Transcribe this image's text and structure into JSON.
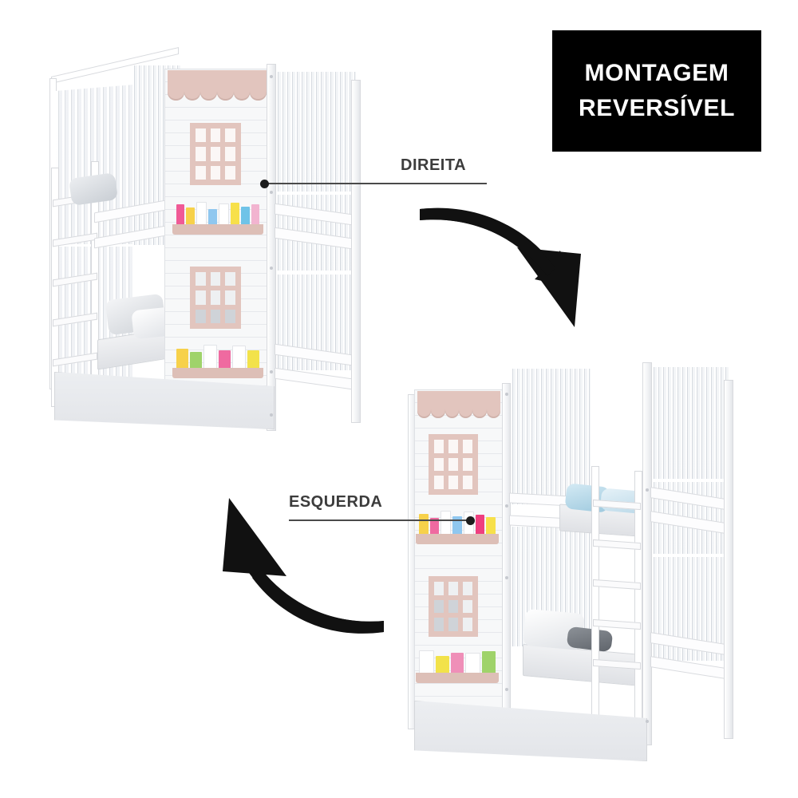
{
  "badge": {
    "line1": "MONTAGEM",
    "line2": "REVERSÍVEL",
    "background_color": "#000000",
    "text_color": "#ffffff"
  },
  "callouts": [
    {
      "id": "direita",
      "label": "DIREITA",
      "points_to": "upper-bed-right-side"
    },
    {
      "id": "esquerda",
      "label": "ESQUERDA",
      "points_to": "lower-bed-left-facade"
    }
  ],
  "arrows": [
    {
      "id": "arrow-down-right",
      "direction": "curves down to the right"
    },
    {
      "id": "arrow-up-left",
      "direction": "curves up to the left"
    }
  ],
  "products": [
    {
      "id": "bed-right-config",
      "name": "Beliche casinha - montagem DIREITA",
      "facade_side": "right",
      "ladder_side": "left",
      "features": [
        "scalloped awning",
        "nine-pane window upper",
        "nine-pane window lower",
        "book shelf upper",
        "book shelf lower",
        "sheer curtains",
        "guard rail",
        "trundle drawer"
      ]
    },
    {
      "id": "bed-left-config",
      "name": "Beliche casinha - montagem ESQUERDA",
      "facade_side": "left",
      "ladder_side": "right",
      "features": [
        "scalloped awning",
        "nine-pane window upper",
        "nine-pane window lower",
        "book shelf upper",
        "book shelf lower",
        "sheer curtains",
        "guard rail",
        "trundle drawer"
      ]
    }
  ],
  "colors": {
    "frame_white": "#ffffff",
    "accent_rose": "#e2c5be",
    "shelf_rose": "#ddbfb7",
    "bedding_gray": "#dfe1e5",
    "bedding_blue": "#bcd9e6",
    "label_text": "#3c3c3c",
    "arrow_black": "#111111",
    "background": "#ffffff"
  },
  "book_colors": {
    "upper_left": [
      "#f05a96",
      "#f7d14a",
      "#ffffff",
      "#8fc7ef",
      "#ffffff",
      "#f7f7f7"
    ],
    "upper_right": [
      "#f7e04a",
      "#6fc3e8",
      "#ffffff",
      "#f2b4d0",
      "#ffd24a"
    ],
    "lower_left": [
      "#f7d14a",
      "#9fd36a",
      "#ffffff",
      "#ef6aa0",
      "#ffffff"
    ],
    "lower_right": [
      "#ffffff",
      "#f2e24a",
      "#ef8fb8",
      "#ffffff"
    ]
  }
}
